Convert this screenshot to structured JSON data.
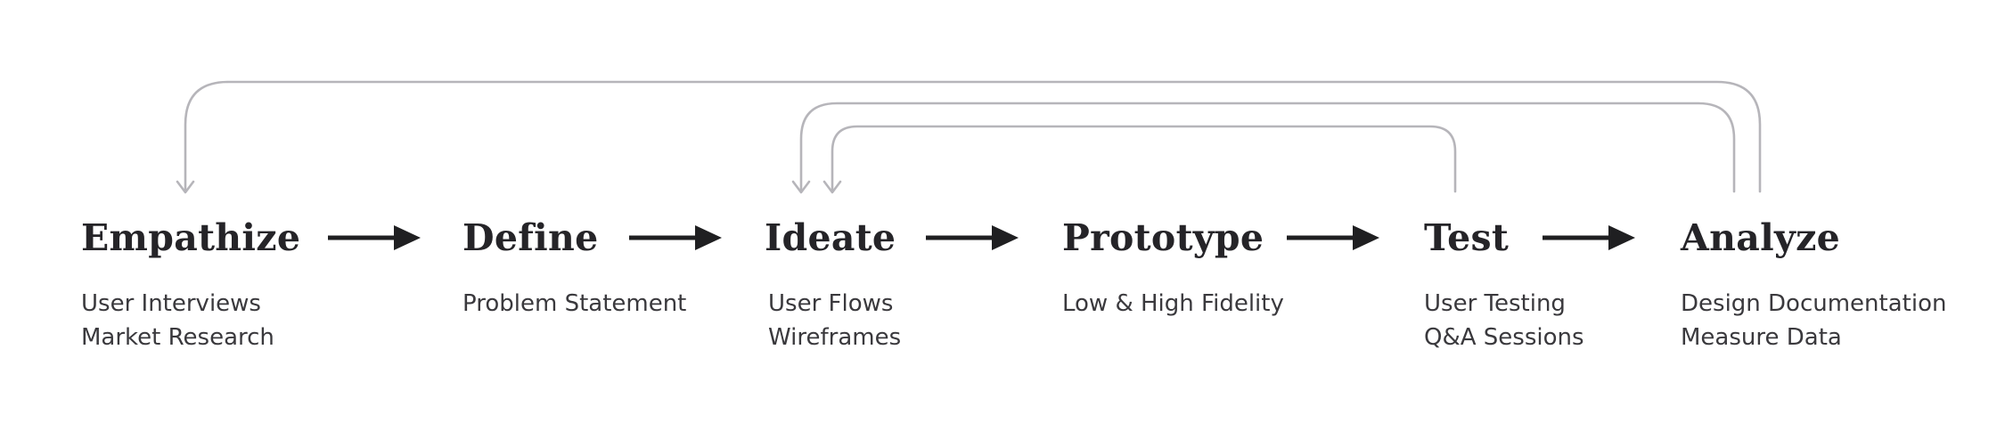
{
  "diagram": {
    "colors": {
      "text": "#252428",
      "subtext": "#3a393d",
      "forward_arrow": "#1f1f21",
      "loop_arrow": "#b6b5ba",
      "background": "#ffffff"
    },
    "stages": [
      {
        "title": "Empathize",
        "items": [
          "User Interviews",
          "Market Research"
        ]
      },
      {
        "title": "Define",
        "items": [
          "Problem Statement"
        ]
      },
      {
        "title": "Ideate",
        "items": [
          "User Flows",
          "Wireframes"
        ]
      },
      {
        "title": "Prototype",
        "items": [
          "Low & High Fidelity"
        ]
      },
      {
        "title": "Test",
        "items": [
          "User Testing",
          "Q&A Sessions"
        ]
      },
      {
        "title": "Analyze",
        "items": [
          "Design Documentation",
          "Measure Data"
        ]
      }
    ],
    "forward_flows": [
      {
        "from": "Empathize",
        "to": "Define"
      },
      {
        "from": "Define",
        "to": "Ideate"
      },
      {
        "from": "Ideate",
        "to": "Prototype"
      },
      {
        "from": "Prototype",
        "to": "Test"
      },
      {
        "from": "Test",
        "to": "Analyze"
      }
    ],
    "feedback_loops": [
      {
        "from": "Analyze",
        "to": "Empathize"
      },
      {
        "from": "Analyze",
        "to": "Ideate"
      },
      {
        "from": "Test",
        "to": "Ideate"
      }
    ]
  }
}
